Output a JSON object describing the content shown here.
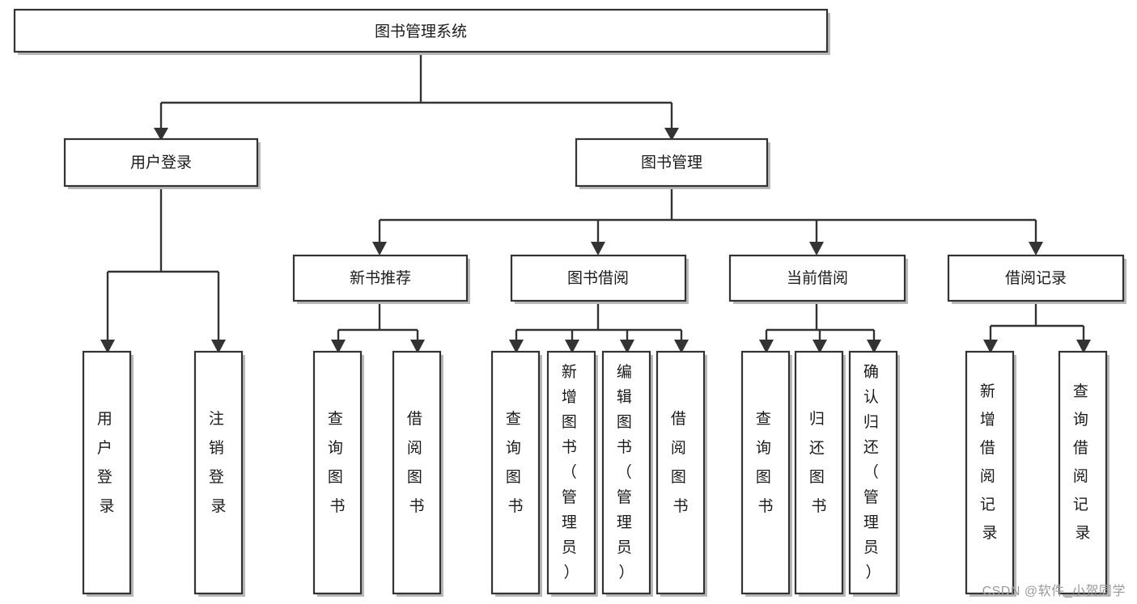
{
  "diagram": {
    "title": "图书管理系统",
    "type": "tree",
    "orientation": "top-down",
    "root": {
      "id": "root",
      "label": "图书管理系统",
      "text_direction": "horizontal"
    },
    "level1": [
      {
        "id": "user-login",
        "label": "用户登录",
        "text_direction": "horizontal"
      },
      {
        "id": "book-manage",
        "label": "图书管理",
        "text_direction": "horizontal"
      }
    ],
    "level2": [
      {
        "id": "new-book-rec",
        "label": "新书推荐",
        "parent": "book-manage",
        "text_direction": "horizontal"
      },
      {
        "id": "book-borrow",
        "label": "图书借阅",
        "parent": "book-manage",
        "text_direction": "horizontal"
      },
      {
        "id": "current-borrow",
        "label": "当前借阅",
        "parent": "book-manage",
        "text_direction": "horizontal"
      },
      {
        "id": "borrow-record",
        "label": "借阅记录",
        "parent": "book-manage",
        "text_direction": "horizontal"
      }
    ],
    "leaves": [
      {
        "id": "leaf-user-login",
        "label": "用户登录",
        "parent": "user-login",
        "lines": [
          "用",
          "户",
          "登",
          "录"
        ]
      },
      {
        "id": "leaf-user-logout",
        "label": "注销登录",
        "parent": "user-login",
        "lines": [
          "注",
          "销",
          "登",
          "录"
        ]
      },
      {
        "id": "leaf-rec-query-book",
        "label": "查询图书",
        "parent": "new-book-rec",
        "lines": [
          "查",
          "询",
          "图",
          "书"
        ]
      },
      {
        "id": "leaf-rec-borrow-book",
        "label": "借阅图书",
        "parent": "new-book-rec",
        "lines": [
          "借",
          "阅",
          "图",
          "书"
        ]
      },
      {
        "id": "leaf-borrow-query-book",
        "label": "查询图书",
        "parent": "book-borrow",
        "lines": [
          "查",
          "询",
          "图",
          "书"
        ]
      },
      {
        "id": "leaf-borrow-add-book",
        "label": "新增图书（管理员）",
        "parent": "book-borrow",
        "lines": [
          "新",
          "增",
          "图",
          "书",
          "（",
          "管",
          "理",
          "员",
          "）"
        ]
      },
      {
        "id": "leaf-borrow-edit-book",
        "label": "编辑图书（管理员）",
        "parent": "book-borrow",
        "lines": [
          "编",
          "辑",
          "图",
          "书",
          "（",
          "管",
          "理",
          "员",
          "）"
        ]
      },
      {
        "id": "leaf-borrow-borrow-book",
        "label": "借阅图书",
        "parent": "book-borrow",
        "lines": [
          "借",
          "阅",
          "图",
          "书"
        ]
      },
      {
        "id": "leaf-current-query-book",
        "label": "查询图书",
        "parent": "current-borrow",
        "lines": [
          "查",
          "询",
          "图",
          "书"
        ]
      },
      {
        "id": "leaf-current-return-book",
        "label": "归还图书",
        "parent": "current-borrow",
        "lines": [
          "归",
          "还",
          "图",
          "书"
        ]
      },
      {
        "id": "leaf-current-confirm-return",
        "label": "确认归还（管理员）",
        "parent": "current-borrow",
        "lines": [
          "确",
          "认",
          "归",
          "还",
          "（",
          "管",
          "理",
          "员",
          "）"
        ]
      },
      {
        "id": "leaf-record-add",
        "label": "新增借阅记录",
        "parent": "borrow-record",
        "lines": [
          "新",
          "增",
          "借",
          "阅",
          "记",
          "录"
        ]
      },
      {
        "id": "leaf-record-query",
        "label": "查询借阅记录",
        "parent": "borrow-record",
        "lines": [
          "查",
          "询",
          "借",
          "阅",
          "记",
          "录"
        ]
      }
    ],
    "colors": {
      "box_fill": "#ffffff",
      "box_stroke": "#333333",
      "text": "#1b1b1b",
      "shadow": "#b9b9b9",
      "background": "#ffffff",
      "watermark": "#9a9a9a"
    }
  },
  "watermark": {
    "text": "CSDN @软件_小贺同学"
  }
}
